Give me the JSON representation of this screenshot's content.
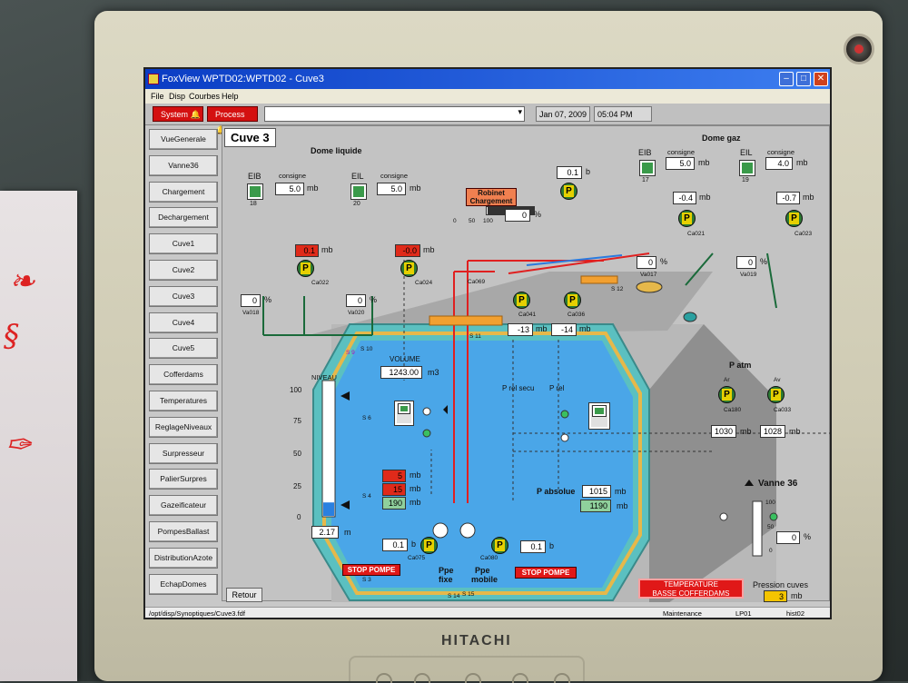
{
  "window": {
    "title": "FoxView WPTD02:WPTD02  -  Cuve3"
  },
  "menu": [
    "File",
    "Disp",
    "Courbes",
    "Help"
  ],
  "toolbar": {
    "system": "System",
    "process": "Process",
    "date": "Jan 07, 2009",
    "time": "05:04 PM"
  },
  "nav": [
    "VueGenerale",
    "Vanne36",
    "Chargement",
    "Dechargement",
    "Cuve1",
    "Cuve2",
    "Cuve3",
    "Cuve4",
    "Cuve5",
    "Cofferdams",
    "Temperatures",
    "ReglageNiveaux",
    "Surpresseur",
    "PalierSurpres",
    "Gazeificateur",
    "PompesBallast",
    "DistributionAzote",
    "EchapDomes"
  ],
  "retour": "Retour",
  "synoptic": {
    "title": "Cuve 3",
    "dome_liquide": "Dome liquide",
    "dome_gaz": "Dome gaz",
    "eib_left": {
      "label": "EIB",
      "consigne_label": "consigne",
      "consigne": "5.0",
      "unit": "mb",
      "box": "18",
      "press": "0.1",
      "valve_pct": "0",
      "tag_p": "Ca022",
      "tag_v": "Va018"
    },
    "eil_left": {
      "label": "EIL",
      "consigne_label": "consigne",
      "consigne": "5.0",
      "unit": "mb",
      "box": "20",
      "press": "-0.0",
      "valve_pct": "0",
      "tag_p": "Ca024",
      "tag_v": "Va020"
    },
    "eib_right": {
      "label": "EIB",
      "consigne_label": "consigne",
      "consigne": "5.0",
      "unit": "mb",
      "box": "17",
      "press": "-0.4",
      "valve_pct": "0",
      "tag_p": "Ca021",
      "tag_v": "Va017"
    },
    "eil_right": {
      "label": "EIL",
      "consigne_label": "consigne",
      "consigne": "4.0",
      "unit": "mb",
      "box": "19",
      "press": "-0.7",
      "valve_pct": "0",
      "tag_p": "Ca023",
      "tag_v": "Va019"
    },
    "robinet": {
      "label1": "Robinet",
      "label2": "Chargement",
      "value": "0",
      "unit": "%",
      "scale": [
        "0",
        "50",
        "100"
      ]
    },
    "top_press": {
      "value": "0.1",
      "unit": "b"
    },
    "psecu": {
      "value": "-13",
      "unit": "mb",
      "tag": "Ca041",
      "label": "P rel secu"
    },
    "prel": {
      "value": "-14",
      "unit": "mb",
      "tag": "Ca036",
      "label": "P rel"
    },
    "tag_ca069": "Ca069",
    "volume": {
      "label": "VOLUME",
      "value": "1243.00",
      "unit": "m3"
    },
    "niveau": {
      "label": "NIVEAU",
      "ticks": [
        "100",
        "75",
        "50",
        "25",
        "0"
      ],
      "value": "2.17",
      "unit": "m",
      "fill": 0.1
    },
    "alarms_mid": [
      {
        "value": "5",
        "unit": "mb"
      },
      {
        "value": "15",
        "unit": "mb"
      },
      {
        "value": "190",
        "unit": "mb"
      }
    ],
    "pabs": {
      "label": "P absolue",
      "value": "1015",
      "unit": "mb",
      "value2": "1190",
      "unit2": "mb"
    },
    "patm": {
      "label": "P atm",
      "ar_label": "Ar",
      "av_label": "Av",
      "ar_tag": "Ca180",
      "av_tag": "Ca033",
      "ar_value": "1030",
      "av_value": "1028",
      "unit": "mb"
    },
    "vanne36": {
      "label": "Vanne 36",
      "value": "0",
      "unit": "%",
      "scale": [
        "100",
        "50",
        "0"
      ]
    },
    "pump_left": {
      "label1": "Ppe",
      "label2": "fixe",
      "press": "0.1",
      "unit": "b",
      "tag": "Ca075",
      "stop": "STOP POMPE"
    },
    "pump_right": {
      "label1": "Ppe",
      "label2": "mobile",
      "press": "0.1",
      "unit": "b",
      "tag": "Ca080",
      "stop": "STOP POMPE"
    },
    "temp_alarm": {
      "line1": "TEMPERATURE",
      "line2": "BASSE COFFERDAMS"
    },
    "pression_cuves": {
      "label": "Pression cuves",
      "value": "3",
      "unit": "mb"
    },
    "sensors": [
      "S 9",
      "S 10",
      "S 11",
      "S 12",
      "S 6",
      "S 4",
      "S 3",
      "S 14",
      "S 15"
    ]
  },
  "status": {
    "path": "/opt/disp/Synoptiques/Cuve3.fdf",
    "mode": "Maintenance",
    "lp": "LP01",
    "hist": "hist02"
  },
  "monitor": {
    "brand": "HITACHI"
  }
}
